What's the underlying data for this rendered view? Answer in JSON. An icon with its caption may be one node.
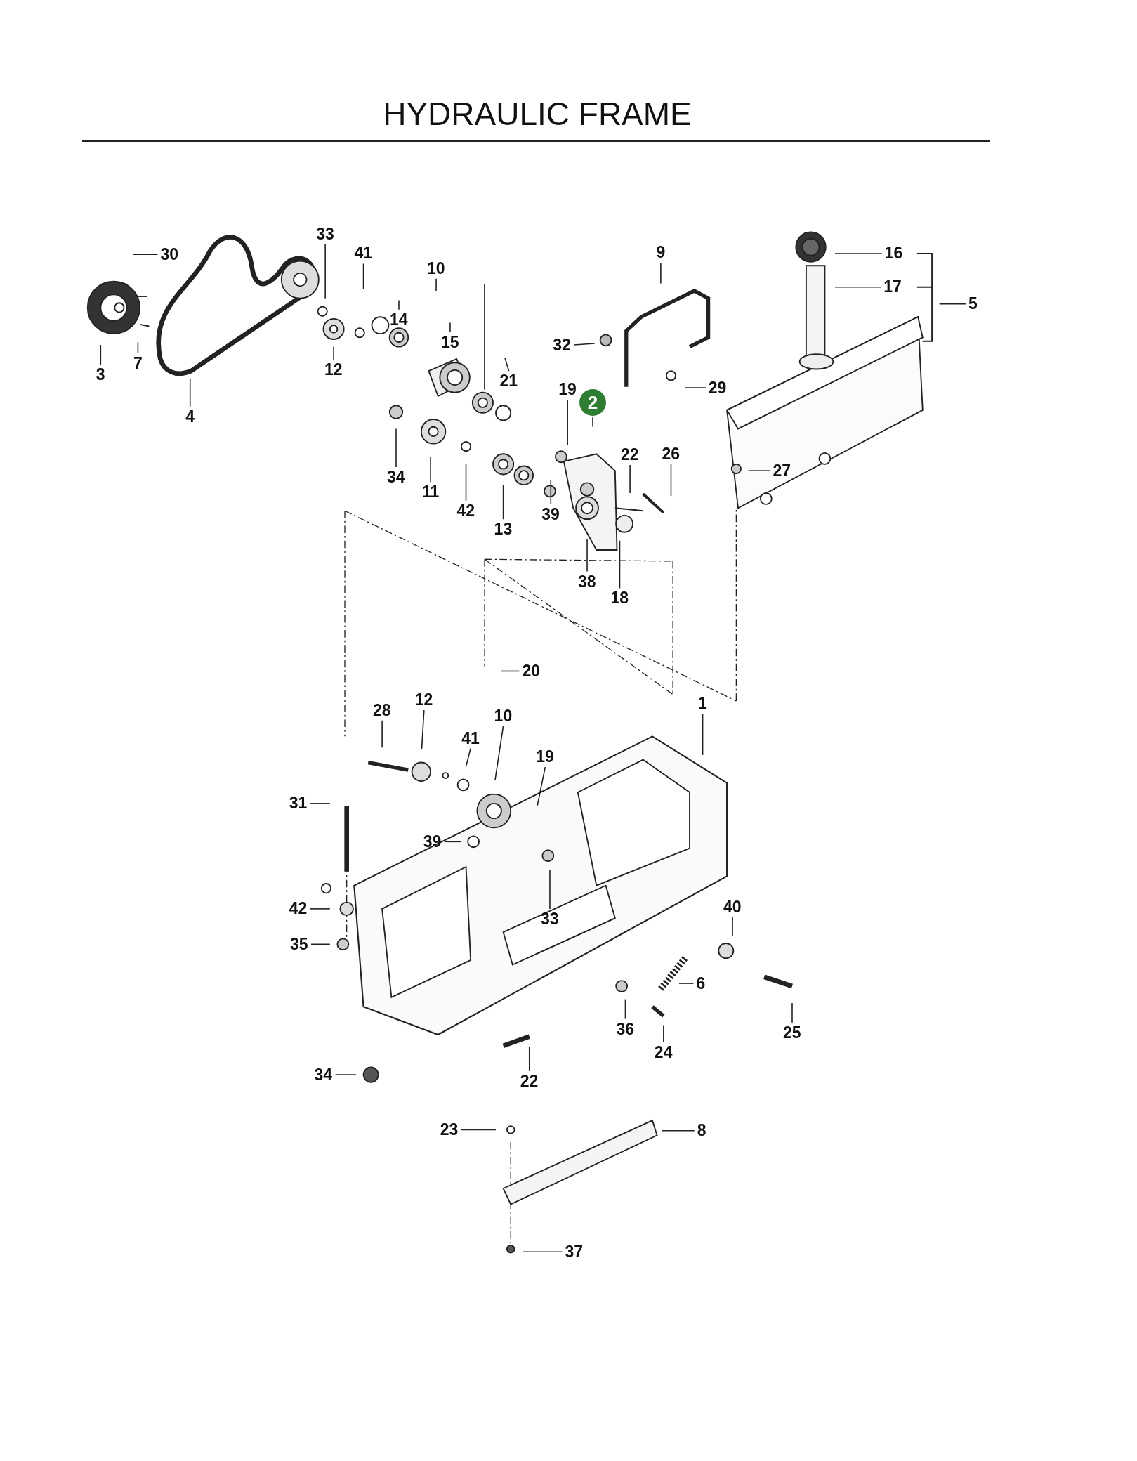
{
  "diagram": {
    "title": "HYDRAULIC FRAME",
    "nodes": [
      {
        "text": [
          "30"
        ]
      },
      {
        "text": [
          "3"
        ]
      },
      {
        "text": [
          "7"
        ]
      },
      {
        "text": [
          "4"
        ]
      },
      {
        "text": [
          "33"
        ]
      },
      {
        "text": [
          "41"
        ]
      },
      {
        "text": [
          "10"
        ]
      },
      {
        "text": [
          "14"
        ]
      },
      {
        "text": [
          "15"
        ]
      },
      {
        "text": [
          "12"
        ]
      },
      {
        "text": [
          "21"
        ]
      },
      {
        "text": [
          "9"
        ]
      },
      {
        "text": [
          "32"
        ]
      },
      {
        "text": [
          "29"
        ]
      },
      {
        "text": [
          "16"
        ]
      },
      {
        "text": [
          "17"
        ]
      },
      {
        "text": [
          "5"
        ]
      },
      {
        "text": [
          "19"
        ]
      },
      {
        "text": [
          "2"
        ]
      },
      {
        "text": [
          "22"
        ]
      },
      {
        "text": [
          "26"
        ]
      },
      {
        "text": [
          "27"
        ]
      },
      {
        "text": [
          "34"
        ]
      },
      {
        "text": [
          "11"
        ]
      },
      {
        "text": [
          "42"
        ]
      },
      {
        "text": [
          "13"
        ]
      },
      {
        "text": [
          "39"
        ]
      },
      {
        "text": [
          "38"
        ]
      },
      {
        "text": [
          "18"
        ]
      },
      {
        "text": [
          "20"
        ]
      },
      {
        "text": [
          "1"
        ]
      },
      {
        "text": [
          "28"
        ]
      },
      {
        "text": [
          "12"
        ]
      },
      {
        "text": [
          "41"
        ]
      },
      {
        "text": [
          "10"
        ]
      },
      {
        "text": [
          "19"
        ]
      },
      {
        "text": [
          "31"
        ]
      },
      {
        "text": [
          "39"
        ]
      },
      {
        "text": [
          "33"
        ]
      },
      {
        "text": [
          "42"
        ]
      },
      {
        "text": [
          "40"
        ]
      },
      {
        "text": [
          "35"
        ]
      },
      {
        "text": [
          "6"
        ]
      },
      {
        "text": [
          "36"
        ]
      },
      {
        "text": [
          "24"
        ]
      },
      {
        "text": [
          "25"
        ]
      },
      {
        "text": [
          "34"
        ]
      },
      {
        "text": [
          "22"
        ]
      },
      {
        "text": [
          "23"
        ]
      },
      {
        "text": [
          "8"
        ]
      },
      {
        "text": [
          "37"
        ]
      }
    ],
    "edges": [
      {
        "from": 0,
        "to": null,
        "arrow": "none"
      },
      {
        "from": 1,
        "to": null,
        "arrow": "none"
      },
      {
        "from": 2,
        "to": null,
        "arrow": "none"
      },
      {
        "from": 3,
        "to": null,
        "arrow": "none"
      },
      {
        "from": 4,
        "to": null,
        "arrow": "none"
      },
      {
        "from": 5,
        "to": null,
        "arrow": "none"
      },
      {
        "from": 6,
        "to": null,
        "arrow": "none"
      },
      {
        "from": 7,
        "to": null,
        "arrow": "none"
      },
      {
        "from": 8,
        "to": null,
        "arrow": "none"
      },
      {
        "from": 9,
        "to": null,
        "arrow": "none"
      },
      {
        "from": 10,
        "to": null,
        "arrow": "none"
      },
      {
        "from": 11,
        "to": null,
        "arrow": "none"
      },
      {
        "from": 12,
        "to": null,
        "arrow": "none"
      },
      {
        "from": 13,
        "to": null,
        "arrow": "none"
      },
      {
        "from": 14,
        "to": null,
        "arrow": "none"
      },
      {
        "from": 15,
        "to": null,
        "arrow": "none"
      },
      {
        "from": 16,
        "to": null,
        "arrow": "none"
      },
      {
        "from": 17,
        "to": null,
        "arrow": "none"
      },
      {
        "from": 18,
        "to": null,
        "arrow": "none"
      },
      {
        "from": 19,
        "to": null,
        "arrow": "none"
      },
      {
        "from": 20,
        "to": null,
        "arrow": "none"
      },
      {
        "from": 21,
        "to": null,
        "arrow": "none"
      },
      {
        "from": 22,
        "to": null,
        "arrow": "none"
      },
      {
        "from": 23,
        "to": null,
        "arrow": "none"
      },
      {
        "from": 24,
        "to": null,
        "arrow": "none"
      },
      {
        "from": 25,
        "to": null,
        "arrow": "none"
      },
      {
        "from": 26,
        "to": null,
        "arrow": "none"
      },
      {
        "from": 27,
        "to": null,
        "arrow": "none"
      },
      {
        "from": 28,
        "to": null,
        "arrow": "none"
      },
      {
        "from": 29,
        "to": null,
        "arrow": "none"
      },
      {
        "from": 30,
        "to": null,
        "arrow": "none"
      },
      {
        "from": 31,
        "to": null,
        "arrow": "none"
      },
      {
        "from": 32,
        "to": null,
        "arrow": "none"
      },
      {
        "from": 33,
        "to": null,
        "arrow": "none"
      },
      {
        "from": 34,
        "to": null,
        "arrow": "none"
      },
      {
        "from": 35,
        "to": null,
        "arrow": "none"
      },
      {
        "from": 36,
        "to": null,
        "arrow": "none"
      },
      {
        "from": 37,
        "to": null,
        "arrow": "none"
      },
      {
        "from": 38,
        "to": null,
        "arrow": "none"
      },
      {
        "from": 39,
        "to": null,
        "arrow": "none"
      },
      {
        "from": 40,
        "to": null,
        "arrow": "none"
      },
      {
        "from": 41,
        "to": null,
        "arrow": "none"
      },
      {
        "from": 42,
        "to": null,
        "arrow": "none"
      },
      {
        "from": 43,
        "to": null,
        "arrow": "none"
      },
      {
        "from": 44,
        "to": null,
        "arrow": "none"
      },
      {
        "from": 45,
        "to": null,
        "arrow": "none"
      },
      {
        "from": 46,
        "to": null,
        "arrow": "none"
      },
      {
        "from": 47,
        "to": null,
        "arrow": "none"
      },
      {
        "from": 48,
        "to": null,
        "arrow": "none"
      },
      {
        "from": 49,
        "to": null,
        "arrow": "none"
      },
      {
        "from": 50,
        "to": null,
        "arrow": "none"
      }
    ]
  }
}
